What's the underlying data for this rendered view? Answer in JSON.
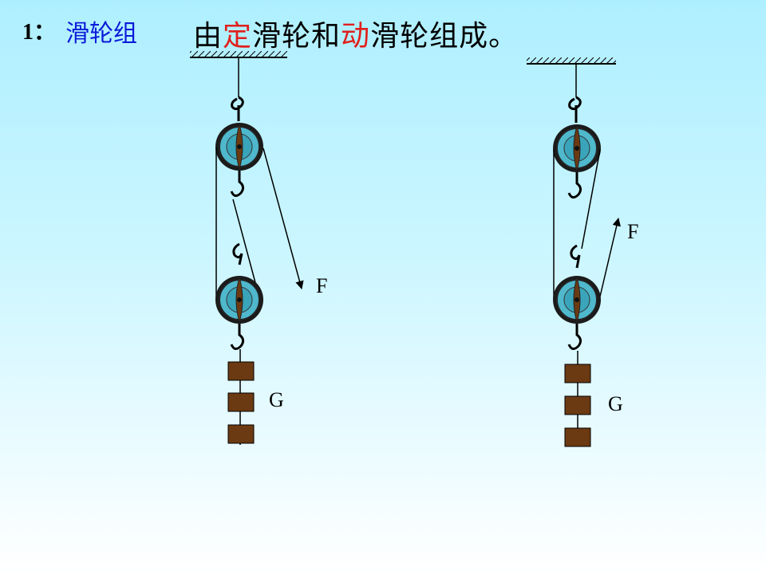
{
  "heading": {
    "number": "1：",
    "topic": "滑轮组",
    "sentence_part1": "由",
    "sentence_fixed": "定",
    "sentence_part2": "滑轮和",
    "sentence_movable": "动",
    "sentence_part3": "滑轮组成。"
  },
  "left_system": {
    "force_label": "F",
    "weight_label": "G"
  },
  "right_system": {
    "force_label": "F",
    "weight_label": "G"
  },
  "colors": {
    "topic": "#0a1ad8",
    "highlight": "#e0201c",
    "pulley_fill": "#4fb8cc",
    "weight_fill": "#6b3a12"
  }
}
